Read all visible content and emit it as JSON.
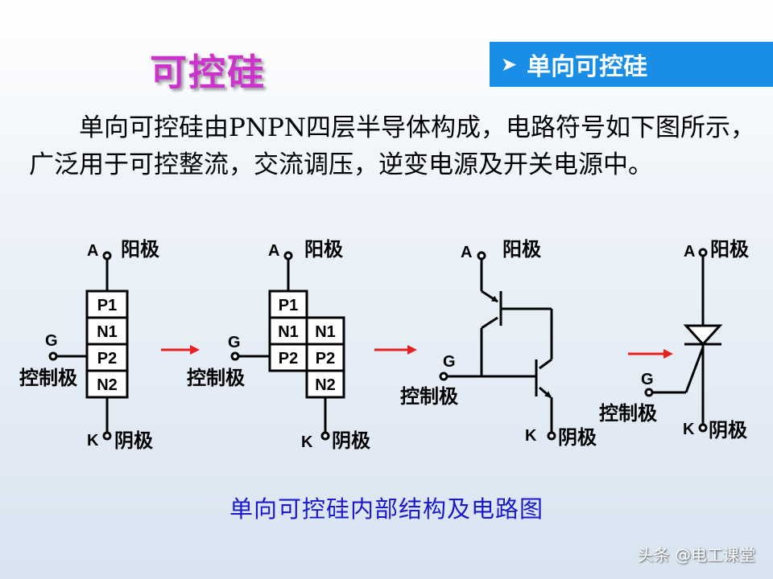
{
  "title": "可控硅",
  "section_tag": "单向可控硅",
  "description": "单向可控硅由PNPN四层半导体构成，电路符号如下图所示，广泛用于可控整流，交流调压，逆变电源及开关电源中。",
  "labels": {
    "anode_letter": "A",
    "cathode_letter": "K",
    "gate_letter": "G",
    "anode_name": "阳极",
    "cathode_name": "阴极",
    "gate_name": "控制极"
  },
  "layers": {
    "p1": "P1",
    "n1": "N1",
    "p2": "P2",
    "n2": "N2"
  },
  "caption": "单向可控硅内部结构及电路图",
  "watermark": "头条 @电工课堂",
  "colors": {
    "title": "#cc33cc",
    "tag_bg": "#1a8ee6",
    "arrow": "#e82020",
    "caption": "#1a1acc"
  }
}
